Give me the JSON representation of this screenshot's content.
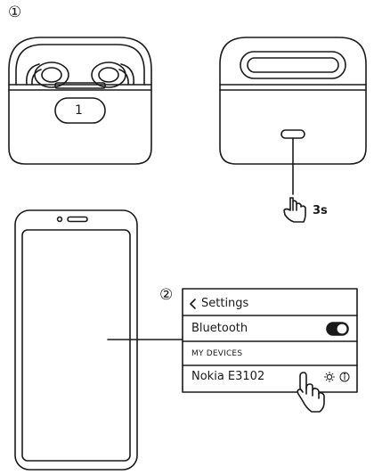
{
  "steps": {
    "one": "①",
    "two": "②"
  },
  "press_hold": {
    "duration": "3s",
    "icon": "finger-press-icon"
  },
  "case_left": {
    "indicator_glyph": "1"
  },
  "settings_panel": {
    "back_icon": "chevron-left-icon",
    "title": "Settings",
    "bluetooth_label": "Bluetooth",
    "bluetooth_toggle_on": true,
    "section_header": "MY DEVICES",
    "device_name": "Nokia E3102",
    "device_icons": [
      "gear-icon",
      "info-icon"
    ]
  }
}
